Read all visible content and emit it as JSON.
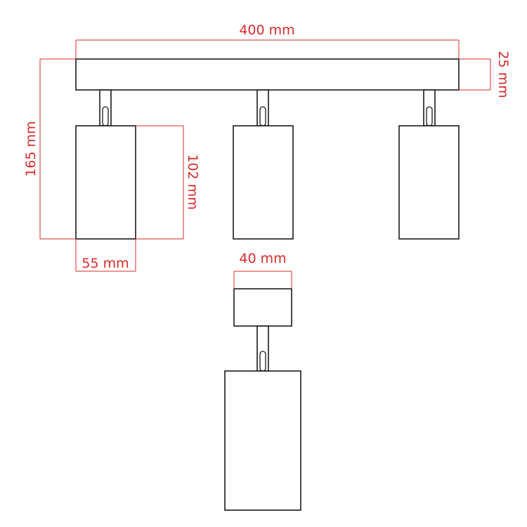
{
  "colors": {
    "outline": "#1a1a1a",
    "dimension": "#d62b2b",
    "background": "#ffffff"
  },
  "dimensions": {
    "length": "400 mm",
    "rail_height": "25 mm",
    "overall_height": "165 mm",
    "head_height": "102 mm",
    "head_width": "55 mm",
    "base_width": "40 mm"
  }
}
